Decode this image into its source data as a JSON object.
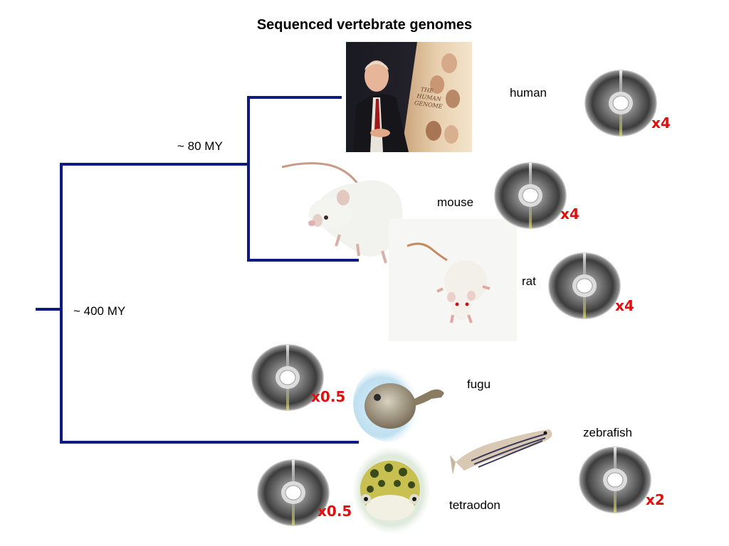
{
  "title": "Sequenced vertebrate genomes",
  "tree": {
    "divergence_outer": "~ 400 MY",
    "divergence_inner": "~ 80 MY",
    "line_color": "#0d1a80"
  },
  "species": [
    {
      "name": "human",
      "coverage": "x4"
    },
    {
      "name": "mouse",
      "coverage": "x4"
    },
    {
      "name": "rat",
      "coverage": "x4"
    },
    {
      "name": "fugu",
      "coverage": "x0.5"
    },
    {
      "name": "zebrafish",
      "coverage": "x2"
    },
    {
      "name": "tetraodon",
      "coverage": "x0.5"
    }
  ],
  "photo_caption": {
    "line1": "THE",
    "line2": "HUMAN",
    "line3": "GENOME"
  },
  "colors": {
    "coverage_text": "#e01010",
    "tree_lines": "#0d1a80"
  }
}
